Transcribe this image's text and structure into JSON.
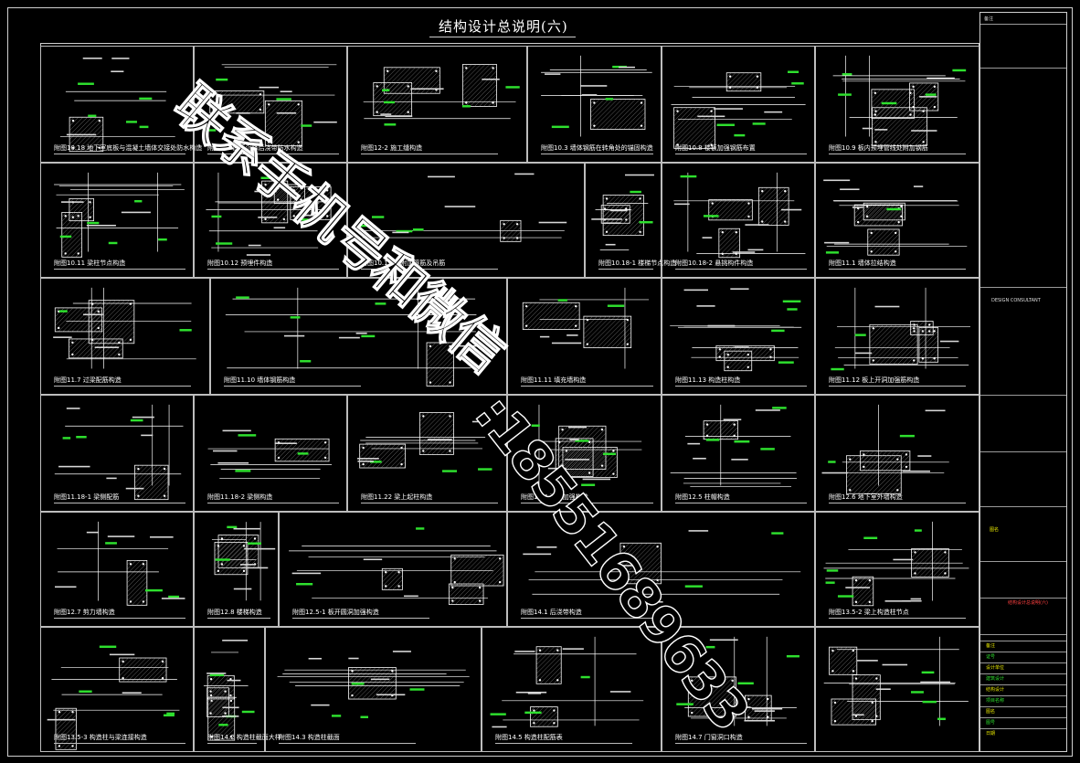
{
  "sheet": {
    "title": "结构设计总说明(六)"
  },
  "details": [
    {
      "label": "附图10.18  地下室底板与混凝土墙体交接处防水构造"
    },
    {
      "label": "附图2-1  底板沉降后浇带防水构造"
    },
    {
      "label": "附图12-2  施工缝构造"
    },
    {
      "label": "附图10.3  墙体钢筋在转角处的锚固构造"
    },
    {
      "label": "附图10.8  楼板加强钢筋布置"
    },
    {
      "label": "附图10.9  板内预埋管线处附加钢筋"
    },
    {
      "label": "附图10.11  梁柱节点构造"
    },
    {
      "label": "附图10.12  预埋件构造"
    },
    {
      "label": "附图10.15  梁附加箍筋及吊筋"
    },
    {
      "label": "附图10.18-1  楼梯节点构造"
    },
    {
      "label": "附图10.18-2  悬挑构件构造"
    },
    {
      "label": "附图11.1  墙体拉结构造"
    },
    {
      "label": "附图11.7  过梁配筋构造"
    },
    {
      "label": "附图11.10  墙体钢筋构造"
    },
    {
      "label": "附图11.11  填充墙构造"
    },
    {
      "label": "附图11.13  构造柱构造"
    },
    {
      "label": "附图11.12  板上开洞加强筋构造"
    },
    {
      "label": "附图11.18-1  梁侧配筋"
    },
    {
      "label": "附图11.18-2  梁侧构造"
    },
    {
      "label": "附图11.22  梁上起柱构造"
    },
    {
      "label": "附图12.4  洞口加强构造"
    },
    {
      "label": "附图12.5  柱帽构造"
    },
    {
      "label": "附图12.6  地下室外墙构造"
    },
    {
      "label": "附图12.7  剪力墙构造"
    },
    {
      "label": "附图12.8  楼梯构造"
    },
    {
      "label": "附图12.5-1  板开圆洞加强构造"
    },
    {
      "label": "附图14.1  后浇带构造"
    },
    {
      "label": "附图13.5-2  梁上构造柱节点"
    },
    {
      "label": "附图13.5-3  构造柱与梁连接构造"
    },
    {
      "label": "附图14.2  构造柱截面大样"
    },
    {
      "label": "附图14.3  构造柱截面"
    },
    {
      "label": "附图14.5  构造柱配筋表"
    },
    {
      "label": "附图14.7  门窗洞口构造"
    }
  ],
  "title_block": {
    "design_label": "DESIGN  CONSULTANT",
    "lines": [
      "备注",
      "证号",
      "设计单位",
      "建筑设计",
      "结构设计",
      "项目名称",
      "图名",
      "图号",
      "日期"
    ],
    "drawing_name": "结构设计总说明(六)"
  },
  "watermark": {
    "text_a": "联系手机号和微信",
    "text_b": ":18551689633"
  },
  "colors": {
    "line": "#ffffff",
    "dimension": "#2ee02e",
    "highlight": "#e6e600",
    "hatch": "#9a9a9a"
  }
}
